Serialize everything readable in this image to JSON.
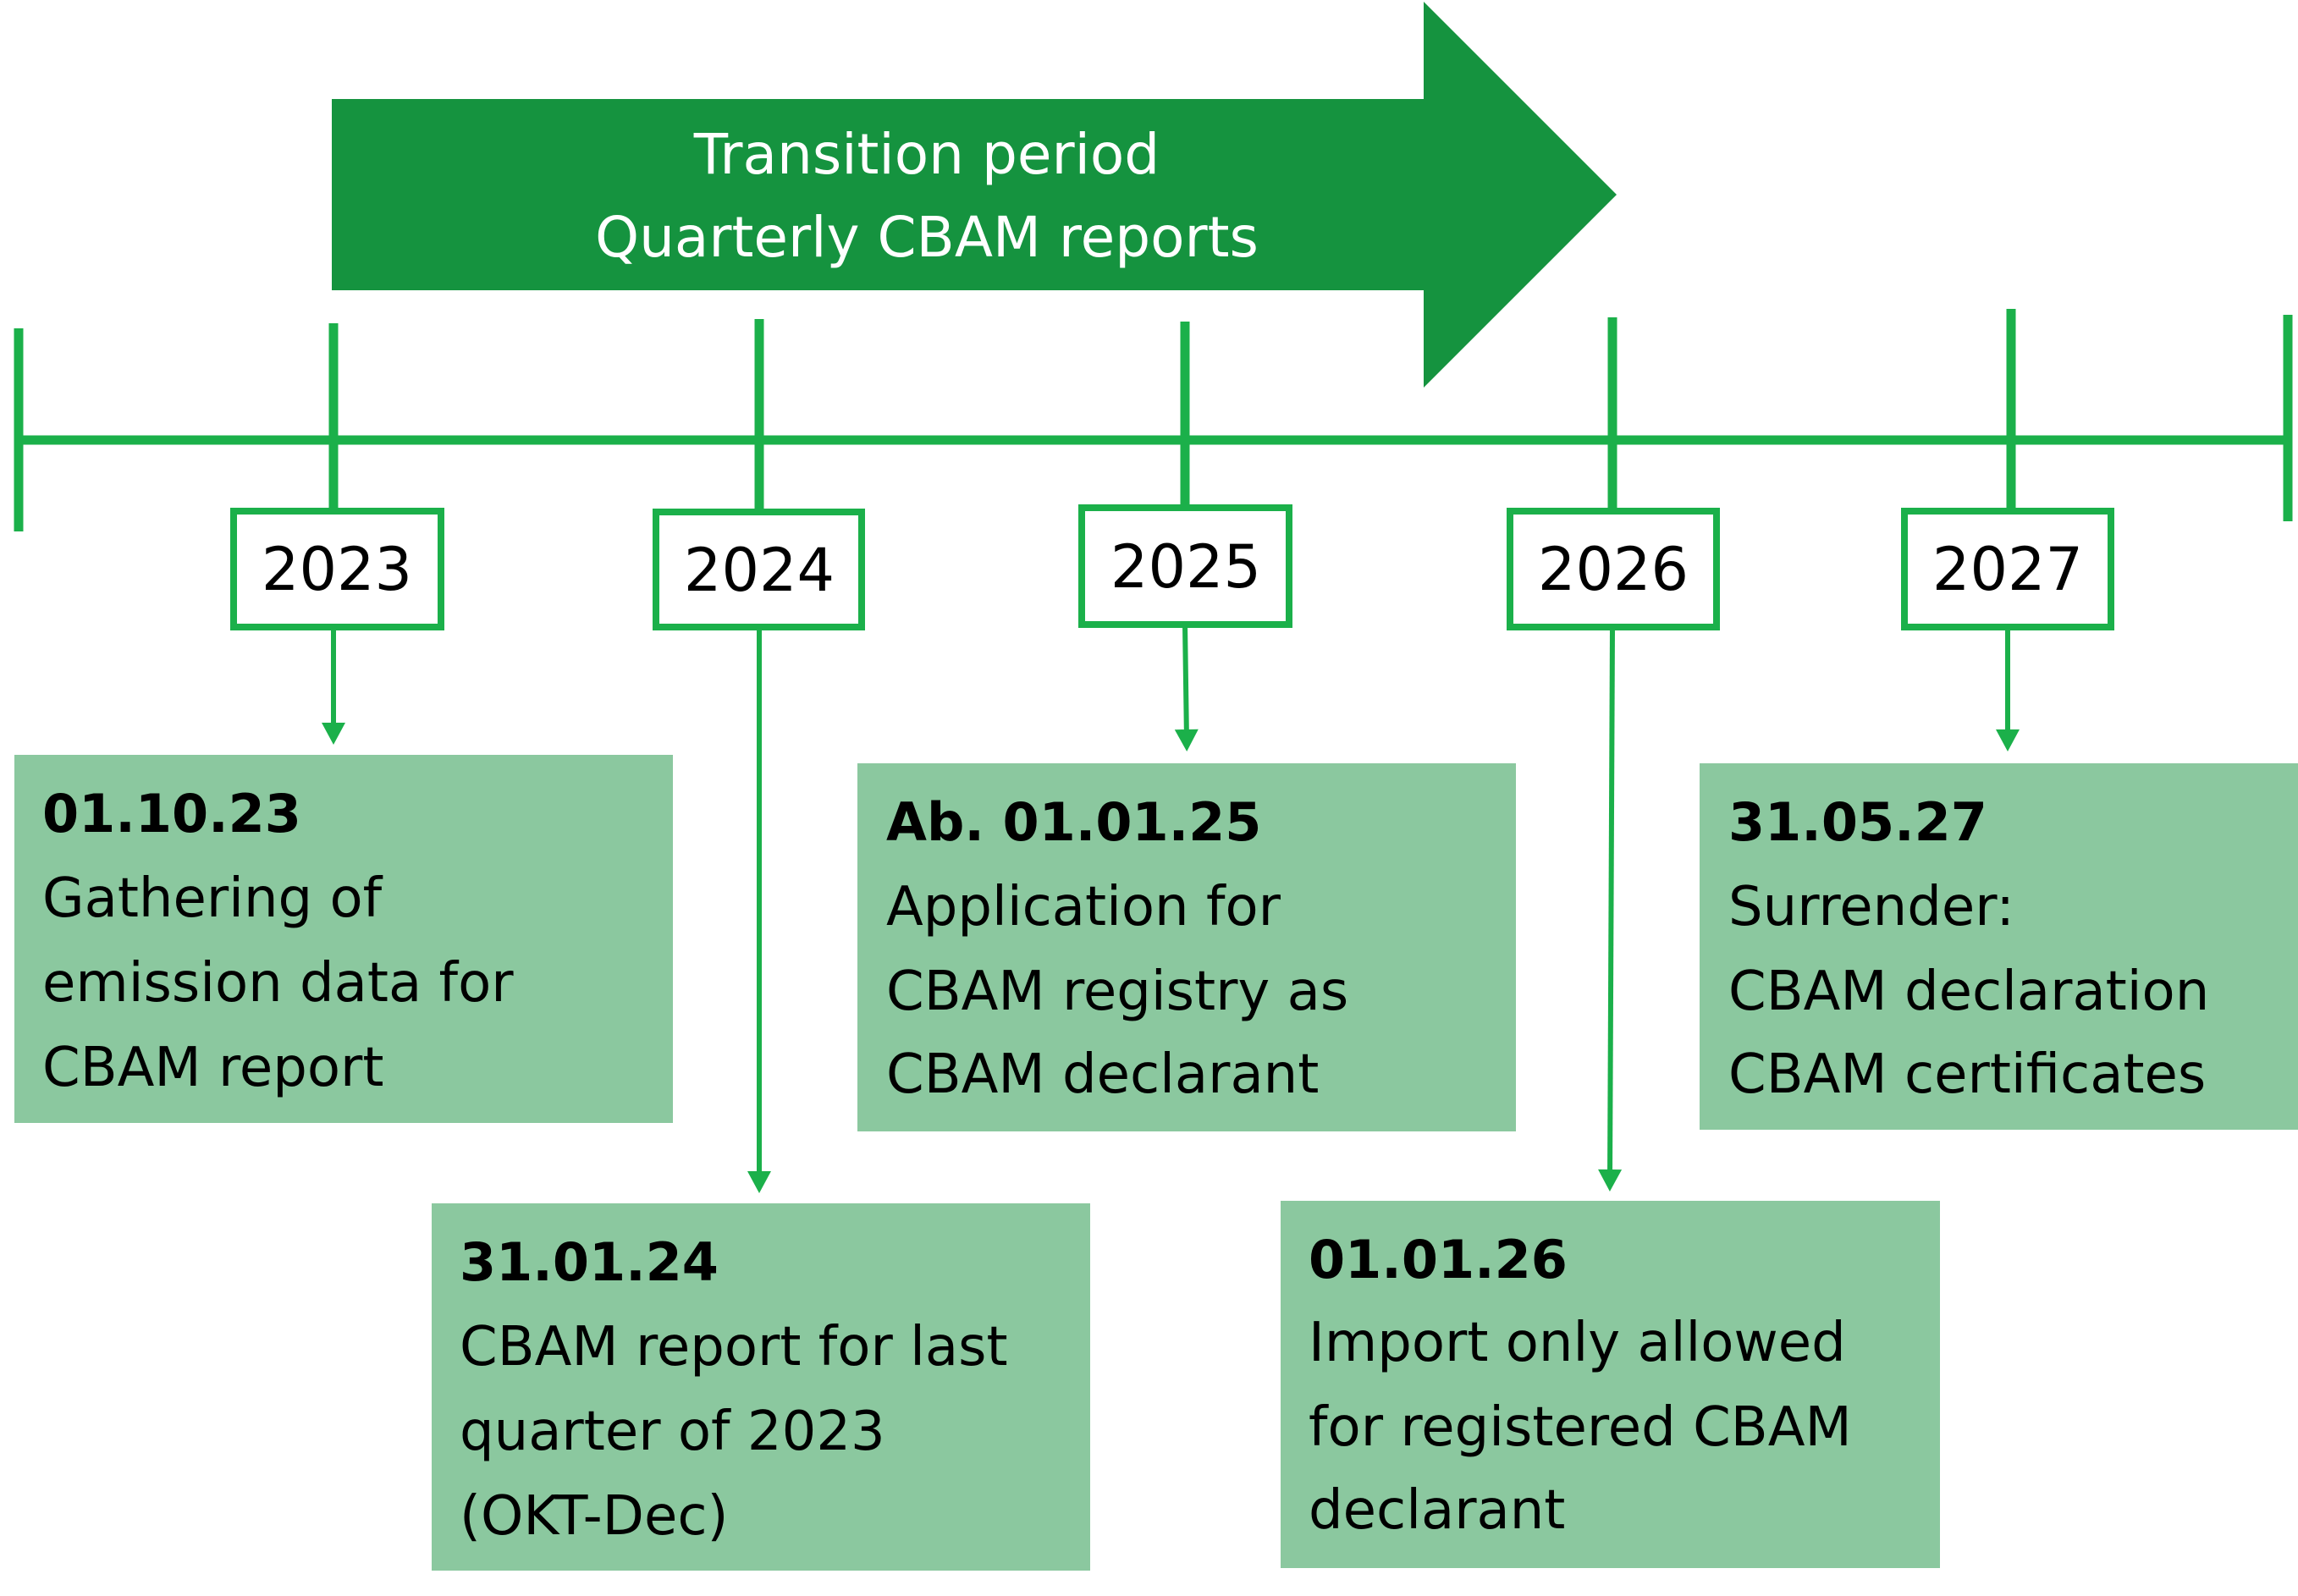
{
  "colors": {
    "line": "#1bb04a",
    "banner": "#15933f",
    "box_fill": "#8bc89f",
    "year_border": "#1bb04a",
    "text": "#000000",
    "banner_text": "#ffffff"
  },
  "banner": {
    "line1": "Transition period",
    "line2": "Quarterly CBAM reports"
  },
  "years": [
    "2023",
    "2024",
    "2025",
    "2026",
    "2027"
  ],
  "events": [
    {
      "date": "01.10.23",
      "lines": [
        "Gathering of",
        "emission data for",
        "CBAM report"
      ]
    },
    {
      "date": "31.01.24",
      "lines": [
        "CBAM report for last",
        "quarter of 2023",
        "(OKT-Dec)"
      ]
    },
    {
      "date": "Ab. 01.01.25",
      "lines": [
        "Application for",
        "CBAM registry as",
        "CBAM declarant"
      ]
    },
    {
      "date": "01.01.26",
      "lines": [
        "Import only allowed",
        "for registered CBAM",
        "declarant"
      ]
    },
    {
      "date": "31.05.27",
      "lines": [
        "Surrender:",
        "CBAM declaration",
        "CBAM certificates"
      ]
    }
  ]
}
